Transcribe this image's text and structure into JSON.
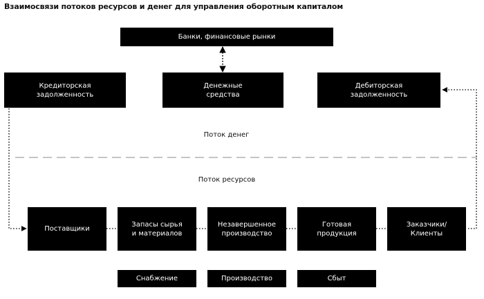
{
  "title": "Взаимосвязи потоков ресурсов и денег для управления оборотным капиталом",
  "top": {
    "banks": "Банки, финансовые рынки"
  },
  "money": {
    "payables": [
      "Кредиторская",
      "задолженность"
    ],
    "cash": [
      "Денежные",
      "средства"
    ],
    "receivables": [
      "Дебиторская",
      "задолженность"
    ]
  },
  "flows": {
    "money_label": "Поток денег",
    "resources_label": "Поток ресурсов"
  },
  "chain": {
    "suppliers": [
      "Поставщики"
    ],
    "inventory": [
      "Запасы сырья",
      "и материалов"
    ],
    "wip": [
      "Незавершенное",
      "производство"
    ],
    "finished": [
      "Готовая",
      "продукция"
    ],
    "customers": [
      "Заказчики/",
      "Клиенты"
    ]
  },
  "stages": {
    "supply": "Снабжение",
    "production": "Производство",
    "sales": "Сбыт"
  }
}
